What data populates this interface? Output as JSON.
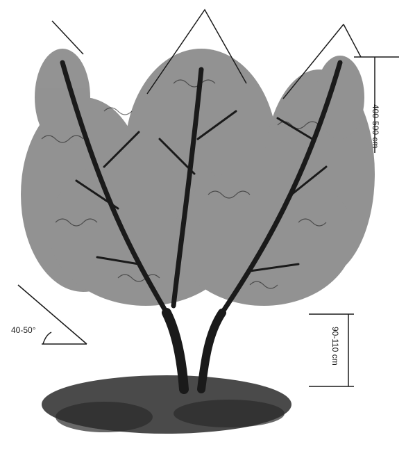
{
  "figure": {
    "canopy_height_label": "400-500 cm",
    "trunk_height_label": "90-110 cm",
    "branch_angle_label": "40-50°"
  },
  "colors": {
    "ink": "#1a1a1a",
    "shadow": "#2a2a2a",
    "paper": "#ffffff"
  }
}
